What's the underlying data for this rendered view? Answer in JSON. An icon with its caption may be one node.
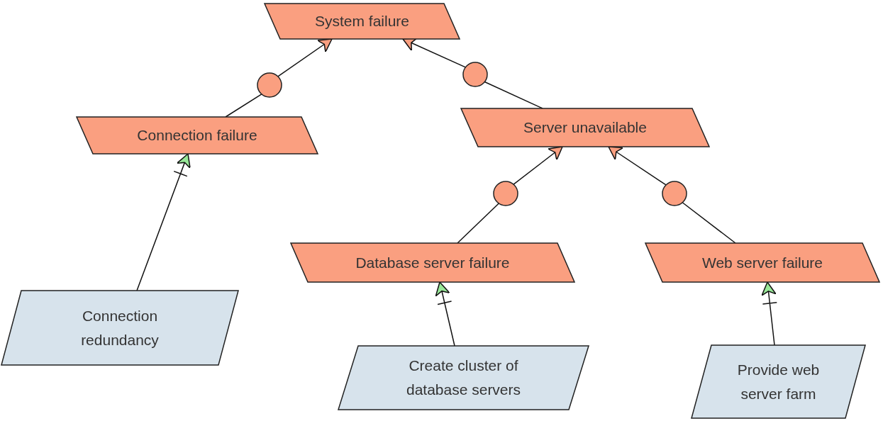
{
  "diagram": {
    "nodes": [
      {
        "text": [
          "System failure"
        ]
      },
      {
        "text": [],
        "shape": "circle"
      },
      {
        "text": [],
        "shape": "circle"
      },
      {
        "text": [
          "Connection failure"
        ]
      },
      {
        "text": [
          "Server unavailable"
        ]
      },
      {
        "text": [],
        "shape": "circle"
      },
      {
        "text": [],
        "shape": "circle"
      },
      {
        "text": [
          "Database server failure"
        ]
      },
      {
        "text": [
          "Web server failure"
        ]
      },
      {
        "text": [
          "Connection redundancy"
        ]
      },
      {
        "text": [
          "Create cluster of database servers"
        ]
      },
      {
        "text": [
          "Provide web server farm"
        ]
      }
    ],
    "edges": [
      {
        "from": 1,
        "to": 0,
        "arrow": "to"
      },
      {
        "from": 3,
        "to": 1,
        "arrow": "none"
      },
      {
        "from": 2,
        "to": 0,
        "arrow": "to"
      },
      {
        "from": 4,
        "to": 2,
        "arrow": "none"
      },
      {
        "from": 5,
        "to": 4,
        "arrow": "to"
      },
      {
        "from": 7,
        "to": 5,
        "arrow": "none"
      },
      {
        "from": 6,
        "to": 4,
        "arrow": "to"
      },
      {
        "from": 8,
        "to": 6,
        "arrow": "none"
      },
      {
        "from": 9,
        "to": 3,
        "arrow": "to"
      },
      {
        "from": 10,
        "to": 7,
        "arrow": "to"
      },
      {
        "from": 11,
        "to": 8,
        "arrow": "to"
      }
    ]
  }
}
